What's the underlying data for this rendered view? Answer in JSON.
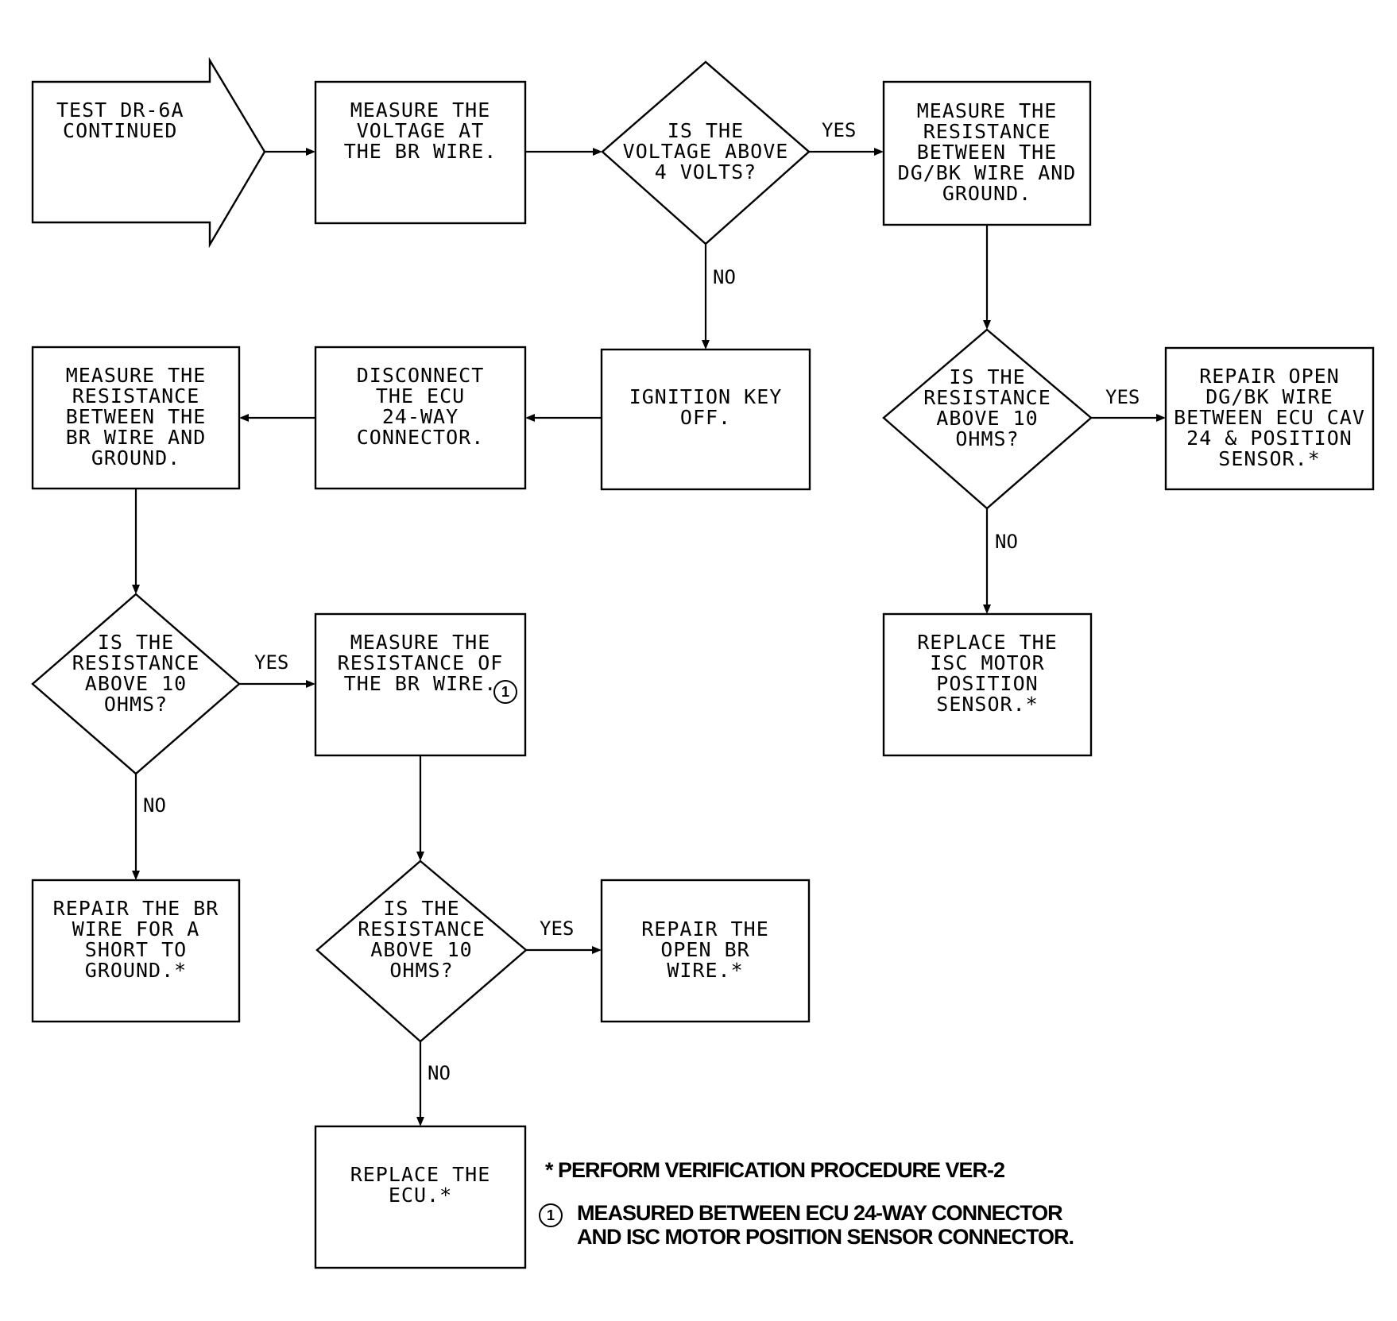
{
  "nodes": {
    "start": "TEST DR-6A\nCONTINUED",
    "measure_br_voltage": "MEASURE THE\nVOLTAGE AT\nTHE BR WIRE.",
    "voltage_question": "IS THE\nVOLTAGE ABOVE\n4 VOLTS?",
    "measure_dgbk_resistance": "MEASURE THE\nRESISTANCE\nBETWEEN THE\nDG/BK WIRE AND\nGROUND.",
    "ignition_off": "IGNITION KEY\nOFF.",
    "disconnect_ecu": "DISCONNECT\nTHE ECU\n24-WAY\nCONNECTOR.",
    "measure_br_ground": "MEASURE THE\nRESISTANCE\nBETWEEN THE\nBR WIRE AND\nGROUND.",
    "dgbk_question": "IS THE\nRESISTANCE\nABOVE 10\nOHMS?",
    "repair_dgbk": "REPAIR OPEN\nDG/BK WIRE\nBETWEEN ECU CAV\n24 & POSITION\nSENSOR.*",
    "replace_isc": "REPLACE THE\nISC MOTOR\nPOSITION\nSENSOR.*",
    "br_ground_question": "IS THE\nRESISTANCE\nABOVE 10\nOHMS?",
    "measure_br_wire": "MEASURE THE\nRESISTANCE OF\nTHE BR WIRE.",
    "repair_short": "REPAIR THE BR\nWIRE FOR A\nSHORT TO\nGROUND.*",
    "br_wire_question": "IS THE\nRESISTANCE\nABOVE 10\nOHMS?",
    "repair_open_br": "REPAIR THE\nOPEN BR\nWIRE.*",
    "replace_ecu": "REPLACE THE\nECU.*"
  },
  "edge_labels": {
    "yes": "YES",
    "no": "NO"
  },
  "marker": "1",
  "footnotes": {
    "asterisk": "* PERFORM VERIFICATION PROCEDURE VER-2",
    "circled_marker": "1",
    "circled_text": "MEASURED BETWEEN ECU 24-WAY CONNECTOR\nAND ISC MOTOR POSITION SENSOR CONNECTOR."
  }
}
